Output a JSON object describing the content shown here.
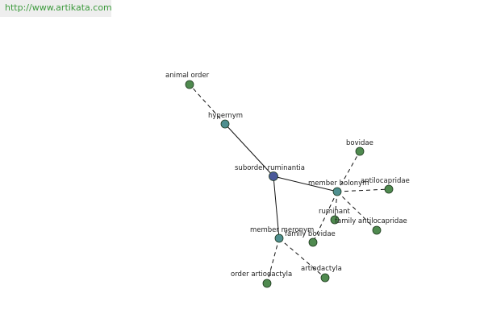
{
  "header": {
    "url": "http://www.artikata.com"
  },
  "colors": {
    "center": "#4a5a9a",
    "relation": "#4f8f8f",
    "term": "#4f8a4f",
    "url_text": "#3c9a3c"
  },
  "graph": {
    "nodes": [
      {
        "id": "suborder",
        "label": "suborder ruminantia",
        "kind": "center"
      },
      {
        "id": "hypernym",
        "label": "hypernym",
        "kind": "relation"
      },
      {
        "id": "holonym",
        "label": "member holonym",
        "kind": "relation"
      },
      {
        "id": "meronym",
        "label": "member meronym",
        "kind": "relation"
      },
      {
        "id": "animal_order",
        "label": "animal order",
        "kind": "term"
      },
      {
        "id": "bovidae",
        "label": "bovidae",
        "kind": "term"
      },
      {
        "id": "antilocapridae",
        "label": "antilocapridae",
        "kind": "term"
      },
      {
        "id": "ruminant",
        "label": "ruminant",
        "kind": "term"
      },
      {
        "id": "family_antilocapridae",
        "label": "family antilocapridae",
        "kind": "term"
      },
      {
        "id": "family_bovidae",
        "label": "family bovidae",
        "kind": "term"
      },
      {
        "id": "artiodactyla",
        "label": "artiodactyla",
        "kind": "term"
      },
      {
        "id": "order_artiodactyla",
        "label": "order artiodactyla",
        "kind": "term"
      }
    ],
    "edges": [
      {
        "from": "suborder",
        "to": "hypernym",
        "style": "solid"
      },
      {
        "from": "suborder",
        "to": "holonym",
        "style": "solid"
      },
      {
        "from": "suborder",
        "to": "meronym",
        "style": "solid"
      },
      {
        "from": "hypernym",
        "to": "animal_order",
        "style": "dashed"
      },
      {
        "from": "holonym",
        "to": "bovidae",
        "style": "dashed"
      },
      {
        "from": "holonym",
        "to": "antilocapridae",
        "style": "dashed"
      },
      {
        "from": "holonym",
        "to": "ruminant",
        "style": "dashed"
      },
      {
        "from": "holonym",
        "to": "family_antilocapridae",
        "style": "dashed"
      },
      {
        "from": "holonym",
        "to": "family_bovidae",
        "style": "dashed"
      },
      {
        "from": "meronym",
        "to": "artiodactyla",
        "style": "dashed"
      },
      {
        "from": "meronym",
        "to": "order_artiodactyla",
        "style": "dashed"
      }
    ]
  }
}
